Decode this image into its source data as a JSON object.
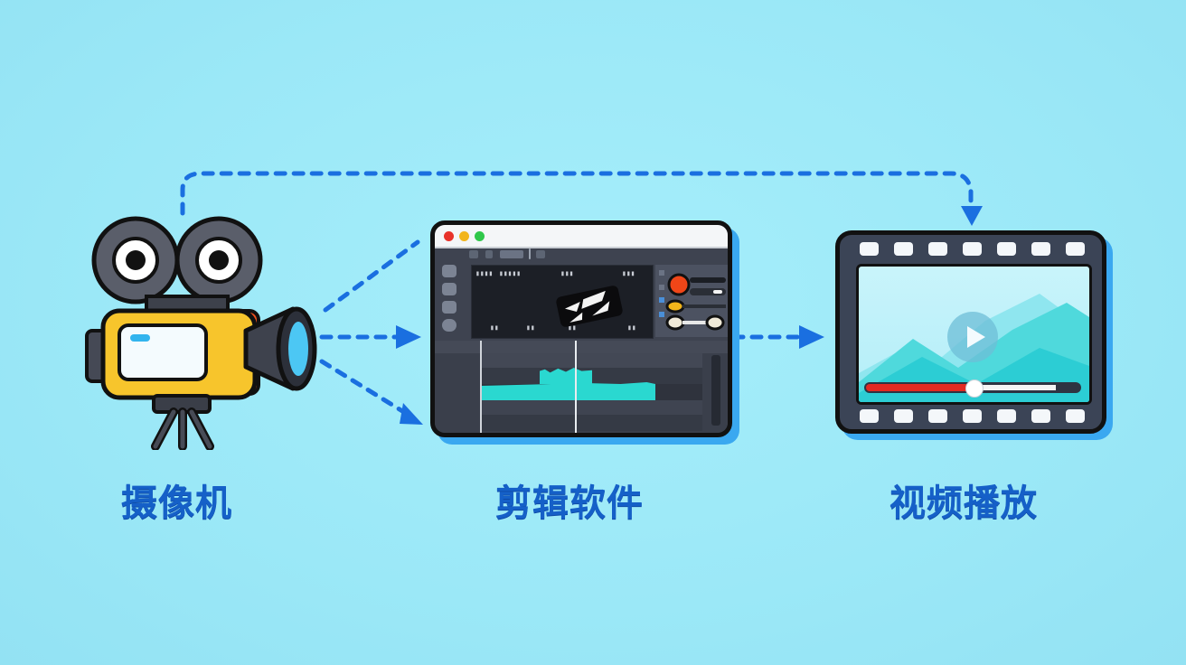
{
  "diagram": {
    "type": "workflow",
    "background_color": "#9debf8",
    "accent_color": "#1560c8",
    "arrow_color": "#1a6fe0",
    "nodes": [
      {
        "id": "camera",
        "label": "摄像机",
        "icon": "video-camera-icon"
      },
      {
        "id": "editor",
        "label": "剪辑软件",
        "icon": "video-editor-window-icon"
      },
      {
        "id": "player",
        "label": "视频播放",
        "icon": "film-player-icon"
      }
    ],
    "edges": [
      {
        "from": "camera",
        "to": "editor",
        "style": "dashed",
        "count": 3
      },
      {
        "from": "editor",
        "to": "player",
        "style": "dashed"
      },
      {
        "from": "camera",
        "to": "player",
        "style": "dashed",
        "route": "over-top"
      }
    ]
  },
  "editor_window": {
    "traffic_lights": {
      "close": "#e8322a",
      "minimize": "#f2b51b",
      "maximize": "#2fc74a"
    },
    "waveform_color": "#2ad8d0"
  },
  "player_window": {
    "progress_fill_color": "#e22a22",
    "progress_percent": 50
  }
}
